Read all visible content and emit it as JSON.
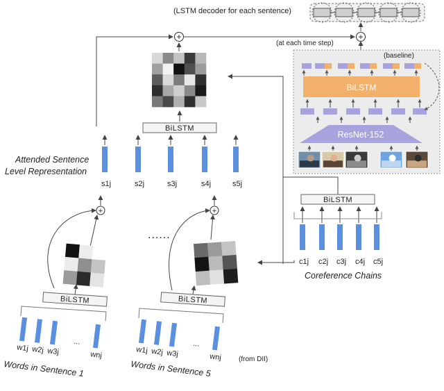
{
  "diagram": {
    "lstm_decoder_label": "(LSTM decoder for each sentence)",
    "time_step_label": "(at each time step)",
    "baseline_label": "(baseline)",
    "bilstm_label": "BiLSTM",
    "resnet_label": "ResNet-152",
    "attended_label_line1": "Attended Sentence",
    "attended_label_line2": "Level Representation",
    "sentence_reps": [
      "s1j",
      "s2j",
      "s3j",
      "s4j",
      "s5j"
    ],
    "coref_reps": [
      "c1j",
      "c2j",
      "c3j",
      "c4j",
      "c5j"
    ],
    "coref_title": "Coreference Chains",
    "words1": [
      "w1j",
      "w2j",
      "w3j",
      "...",
      "wnj"
    ],
    "words5": [
      "w1j",
      "w2j",
      "w3j",
      "...",
      "wnj"
    ],
    "words1_title": "Words in Sentence 1",
    "words5_title": "Words in Sentence 5",
    "ellipsis": "......",
    "from_dii": "(from DII)",
    "plus": "+",
    "colors": {
      "blue": "#5b8fe0",
      "lavender": "#a7a3dc",
      "orange": "#f3b06a",
      "panel": "#ececec"
    }
  }
}
